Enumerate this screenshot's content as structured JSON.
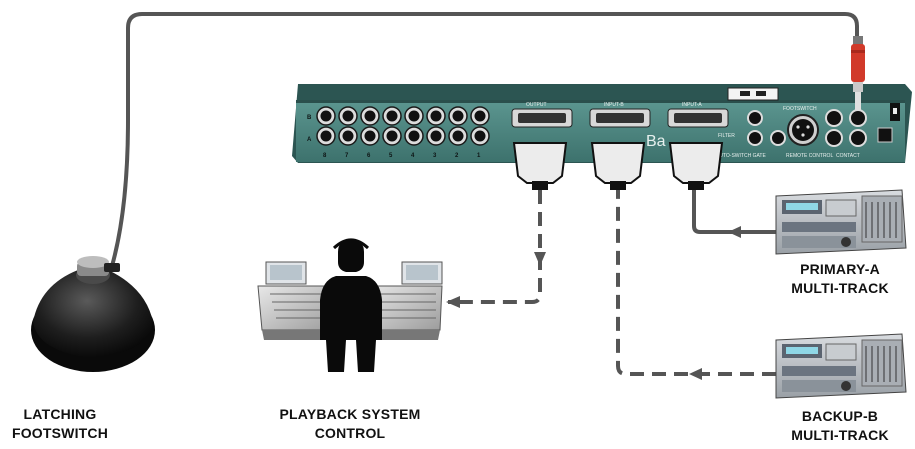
{
  "labels": {
    "footswitch": [
      "LATCHING",
      "FOOTSWITCH"
    ],
    "playback": [
      "PLAYBACK SYSTEM",
      "CONTROL"
    ],
    "primary": [
      "PRIMARY-A",
      "MULTI-TRACK"
    ],
    "backup": [
      "BACKUP-B",
      "MULTI-TRACK"
    ]
  },
  "panel": {
    "row_b": "B",
    "row_a": "A",
    "channel_numbers": [
      "8",
      "7",
      "6",
      "5",
      "4",
      "3",
      "2",
      "1"
    ],
    "output": "OUTPUT",
    "input_b": "INPUT-B",
    "input_a": "INPUT-A",
    "brand_fragment": "Ba",
    "auto_switch_gate": "AUTO-SWITCH GATE",
    "remote_control": "REMOTE CONTROL",
    "footswitch_port": "FOOTSWITCH",
    "contact": "CONTACT",
    "filter": "FILTER"
  },
  "colors": {
    "panel": "#4d8680",
    "panel_dark": "#2c5552",
    "cable": "#555555",
    "plug_red": "#d13a2a",
    "deck_body": "#bfc3c8"
  }
}
